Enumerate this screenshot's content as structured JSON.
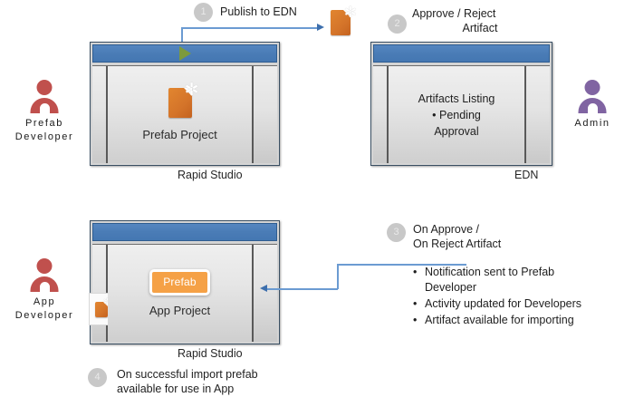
{
  "diagram": {
    "title": "Prefab publish and import workflow",
    "colors": {
      "titlebar_blue": "#4a7cb6",
      "connector_blue": "#6b9bd2",
      "arrow_blue": "#3d6fad",
      "artifact_orange": "#d4742a",
      "prefab_badge_orange": "#f5a146",
      "persona_red": "#c0504d",
      "persona_purple": "#8064a2",
      "step_badge_gray": "#c8c8c8",
      "play_green": "#7d9a3c"
    }
  },
  "personas": [
    {
      "id": "prefab-developer",
      "line1": "Prefab",
      "line2": "Developer",
      "color": "#c0504d"
    },
    {
      "id": "admin",
      "line1": "Admin",
      "line2": "",
      "color": "#8064a2"
    },
    {
      "id": "app-developer",
      "line1": "App",
      "line2": "Developer",
      "color": "#c0504d"
    }
  ],
  "windows": {
    "prefab_studio": {
      "project_label": "Prefab Project",
      "footer_label": "Rapid Studio",
      "titlebar_icon": "play-icon",
      "content_icon": "artifact-icon"
    },
    "edn": {
      "heading": "Artifacts Listing",
      "bullet": "Pending",
      "bullet_line2": "Approval",
      "footer_label": "EDN"
    },
    "app_studio": {
      "badge_label": "Prefab",
      "project_label": "App  Project",
      "footer_label": "Rapid Studio",
      "sidebar_icon": "artifact-icon"
    }
  },
  "steps": [
    {
      "number": "1",
      "text": "Publish to EDN"
    },
    {
      "number": "2",
      "text_line1": "Approve / Reject",
      "text_line2": "Artifact"
    },
    {
      "number": "3",
      "text_line1": "On Approve /",
      "text_line2": "On Reject Artifact"
    },
    {
      "number": "4",
      "text_line1": "On successful import prefab",
      "text_line2": "available for use in App"
    }
  ],
  "outcomes": {
    "bullets": [
      {
        "line1": "Notification sent to Prefab",
        "line2": "Developer"
      },
      {
        "line1": "Activity updated for Developers",
        "line2": ""
      },
      {
        "line1": "Artifact available for importing",
        "line2": ""
      }
    ],
    "marker": "•"
  },
  "icons": {
    "artifact": "artifact-icon",
    "play": "play-icon",
    "person": "person-icon",
    "bullet": "•"
  }
}
